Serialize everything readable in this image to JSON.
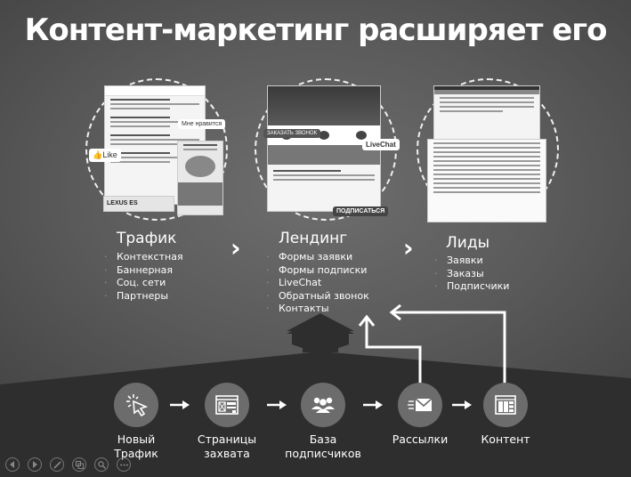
{
  "slide": {
    "title": "Контент-маркетинг расширяет его",
    "colors": {
      "background": "#5a5a5a",
      "hill": "#2e2e2e",
      "node": "#6c6c6c",
      "text": "#ffffff"
    }
  },
  "columns": [
    {
      "title": "Трафик",
      "items": [
        "Контекстная",
        "Баннерная",
        "Соц. сети",
        "Партнеры"
      ],
      "illustration": {
        "like_badge": "Like",
        "banner_text": "LEXUS ES",
        "ad_text": "Мне нравится"
      }
    },
    {
      "title": "Лендинг",
      "items": [
        "Формы заявки",
        "Формы подписки",
        "LiveChat",
        "Обратный звонок",
        "Контакты"
      ],
      "illustration": {
        "callback_label": "ЗАКАЗАТЬ ЗВОНОК",
        "livechat_label": "LiveChat",
        "subscribe_label": "ПОДПИСАТЬСЯ"
      }
    },
    {
      "title": "Лиды",
      "items": [
        "Заявки",
        "Заказы",
        "Подписчики"
      ]
    }
  ],
  "chevron": "›",
  "flow": [
    {
      "label": "Новый Трафик",
      "icon": "cursor-click-icon"
    },
    {
      "label": "Страницы захвата",
      "icon": "web-form-icon"
    },
    {
      "label": "База подписчиков",
      "icon": "users-group-icon"
    },
    {
      "label": "Рассылки",
      "icon": "envelope-fast-icon"
    },
    {
      "label": "Контент",
      "icon": "content-layout-icon"
    }
  ],
  "controls": [
    {
      "name": "previous-slide",
      "icon": "arrow-left-icon"
    },
    {
      "name": "next-slide",
      "icon": "arrow-right-icon"
    },
    {
      "name": "pen",
      "icon": "pen-icon"
    },
    {
      "name": "see-all-slides",
      "icon": "slides-icon"
    },
    {
      "name": "zoom",
      "icon": "magnifier-icon"
    },
    {
      "name": "more-options",
      "icon": "more-icon"
    }
  ]
}
